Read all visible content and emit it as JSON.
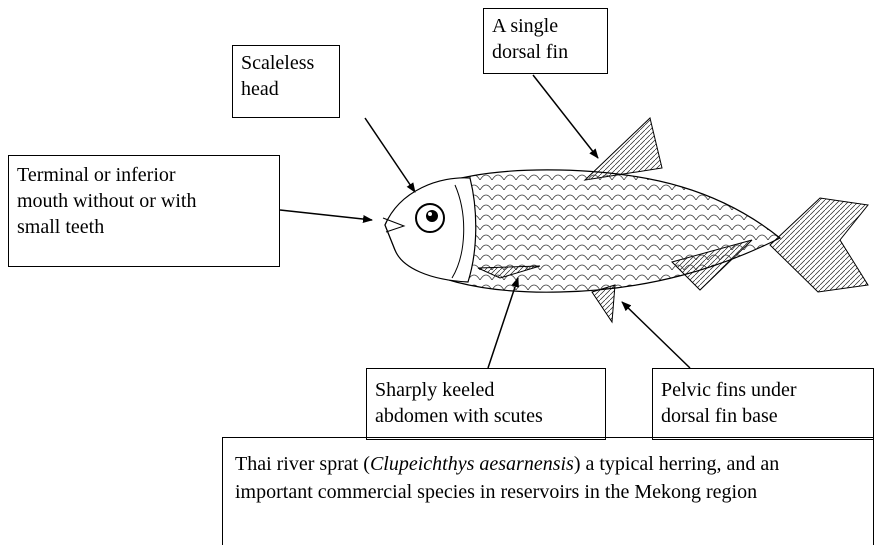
{
  "labels": {
    "dorsal_fin": "A single dorsal fin",
    "dorsal_fin_l1": "A single",
    "dorsal_fin_l2": "dorsal fin",
    "head_l1": "Scaleless",
    "head_l2": "head",
    "mouth_l1": "Terminal or inferior",
    "mouth_l2": "mouth without or with",
    "mouth_l3": "small teeth",
    "abdomen_l1": "Sharply keeled",
    "abdomen_l2": "abdomen with scutes",
    "pelvic_l1": "Pelvic fins under",
    "pelvic_l2": "dorsal fin base"
  },
  "caption": {
    "prefix": "Thai river sprat (",
    "species": "Clupeichthys aesarnensis",
    "suffix": ") a typical herring, and an important commercial species in reservoirs in the Mekong region"
  }
}
